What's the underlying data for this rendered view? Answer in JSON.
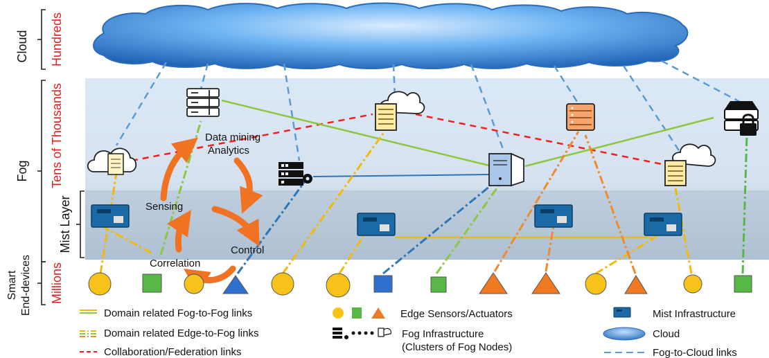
{
  "layers": {
    "cloud": {
      "name": "Cloud",
      "count": "Hundreds"
    },
    "fog": {
      "name": "Fog",
      "count": "Tens of Thousands"
    },
    "mist": {
      "name": "Mist Layer"
    },
    "edge": {
      "name_line1": "Smart",
      "name_line2": "End-devices",
      "count": "Millions"
    }
  },
  "cycle": {
    "data_mining": "Data mining",
    "analytics": "Analytics",
    "sensing": "Sensing",
    "control": "Control",
    "correlation": "Correlation"
  },
  "legend": {
    "fog_to_fog": "Domain related Fog-to-Fog links",
    "edge_to_fog": "Domain related Edge-to-Fog links",
    "collaboration": "Collaboration/Federation links",
    "edge_sensors": "Edge Sensors/Actuators",
    "fog_infra_line1": "Fog Infrastructure",
    "fog_infra_line2": "(Clusters of Fog Nodes)",
    "mist_infra": "Mist Infrastructure",
    "cloud": "Cloud",
    "fog_to_cloud": "Fog-to-Cloud links"
  },
  "colors": {
    "count_red": "#e0201f",
    "cloud_blue": "#3d8bd6",
    "fog_link_green": "#8dc63f",
    "edge_link_yellow": "#f2b90a",
    "edge_link_orange": "#f08a2c",
    "collab_red": "#f02020",
    "cloud_link_blue": "#5b9bd5",
    "mist_link_blue": "#2e75b6",
    "sensor_yellow": "#f7c219",
    "sensor_green": "#58b847",
    "sensor_orange": "#ef7a22",
    "sensor_blue": "#2f6fce",
    "arrow_orange": "#f27a28"
  }
}
